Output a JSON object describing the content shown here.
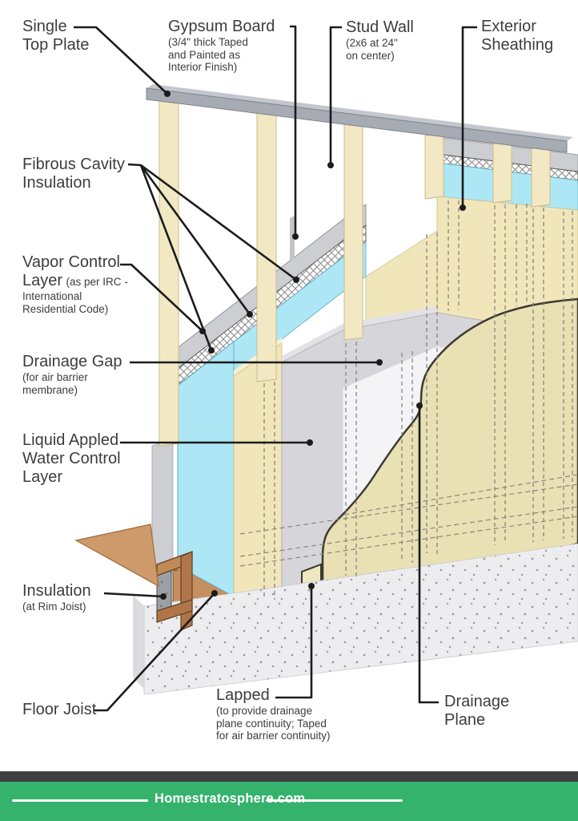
{
  "labels": {
    "single_top_plate": {
      "title_lines": [
        "Single",
        "Top Plate"
      ]
    },
    "gypsum_board": {
      "title": "Gypsum Board",
      "sub_lines": [
        "(3/4\" thick Taped",
        "and Painted as",
        "Interior Finish)"
      ]
    },
    "stud_wall": {
      "title": "Stud Wall",
      "sub_lines": [
        "(2x6 at 24\"",
        "on center)"
      ]
    },
    "exterior_sheathing": {
      "title_lines": [
        "Exterior",
        "Sheathing"
      ]
    },
    "fibrous_cavity_insulation": {
      "title_lines": [
        "Fibrous Cavity",
        "Insulation"
      ]
    },
    "vapor_control_layer": {
      "title": "Vapor Control",
      "title2": "Layer",
      "sub_inline": "(as per IRC -",
      "sub_lines": [
        "International",
        "Residential Code)"
      ]
    },
    "drainage_gap": {
      "title": "Drainage Gap",
      "sub_lines": [
        "(for air barrier",
        "membrane)"
      ]
    },
    "liquid_applied_water_control_layer": {
      "title_lines": [
        "Liquid Appled",
        "Water Control",
        "Layer"
      ]
    },
    "insulation_rim_joist": {
      "title": "Insulation",
      "sub": "(at Rim Joist)"
    },
    "floor_joist": {
      "title": "Floor Joist"
    },
    "lapped": {
      "title": "Lapped",
      "sub_lines": [
        "(to provide drainage",
        "plane continuity; Taped",
        "for air barrier continuity)"
      ]
    },
    "drainage_plane": {
      "title_lines": [
        "Drainage",
        "Plane"
      ]
    }
  },
  "footer": {
    "site": "Homestratosphere.com",
    "green": "#35b26b",
    "dark_bar": "#3f3f41"
  },
  "colors": {
    "leader": "#1c1c1c",
    "top_plate": "#a7abb3",
    "top_plate_top": "#c3c7cd",
    "stud": "#f2e9c4",
    "gypsum": "#cdced2",
    "vapor_cyan": "#ade7f5",
    "sheathing_tan": "#f0e6ba",
    "sheathing_bevel": "#f8f1d4",
    "wrb_gray": "#d6d6da",
    "drainage_gap_white": "#f4f4f6",
    "membrane_tan": "#e9e0b4",
    "membrane_outline": "#3c3a31",
    "concrete": "#ededf0",
    "floor_brown": "#cf9a6b",
    "band_brown": "#c68f60",
    "rim_brown": "#b0764a",
    "rim_flange": "#c08a58",
    "rim_insulation": "#9aa0a6"
  }
}
